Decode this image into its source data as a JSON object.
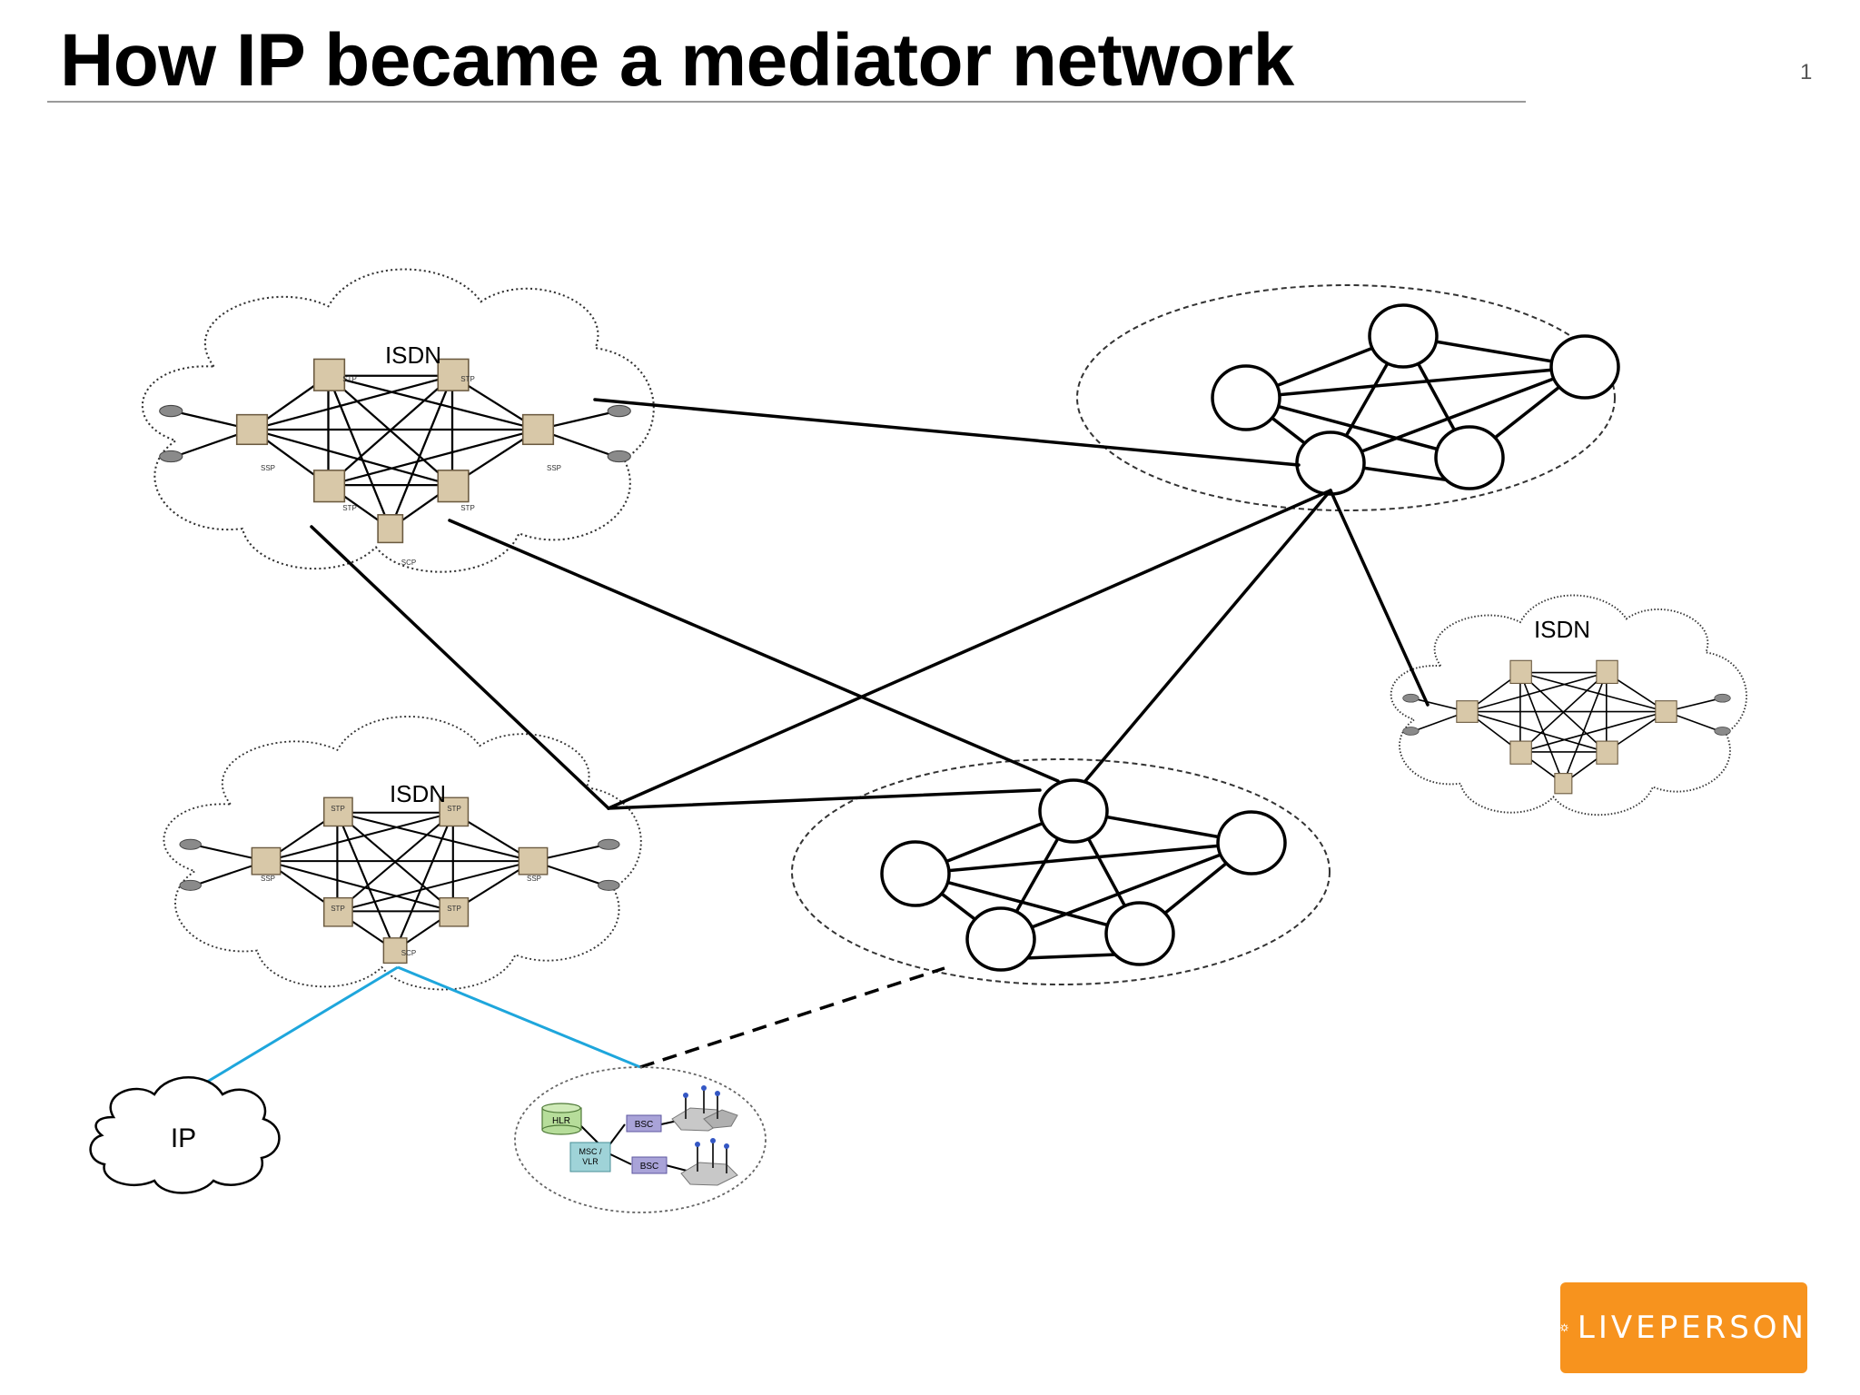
{
  "slide": {
    "title": "How IP became a mediator network",
    "page_number": "1"
  },
  "isdn_labels": {
    "top_left": "ISDN",
    "bottom_left": "ISDN",
    "right": "ISDN"
  },
  "node_labels": {
    "stp": "STP",
    "ssp": "SSP",
    "scp": "SCP"
  },
  "ip_cloud": {
    "label": "IP"
  },
  "mobile_network": {
    "hlr": "HLR",
    "msc_line1": "MSC /",
    "msc_line2": "VLR",
    "bsc_top": "BSC",
    "bsc_bottom": "BSC"
  },
  "logo": {
    "text": "LIVEPERSON",
    "color": "#f7931e"
  },
  "colors": {
    "ip_link": "#1ea6dc",
    "lines": "#000000",
    "dotted": "#444444"
  }
}
